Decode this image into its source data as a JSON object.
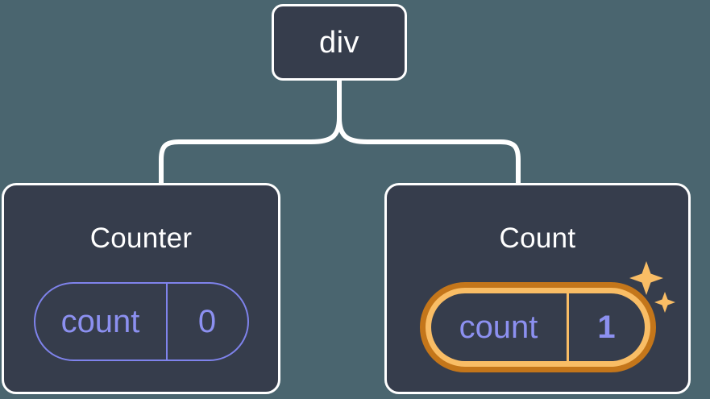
{
  "diagram": {
    "type": "component-tree",
    "background_color": "#4a656f",
    "node_fill_color": "#363d4c",
    "node_border_color": "#ffffff",
    "connector_color": "#ffffff",
    "state_accent_color": "#8c90f0",
    "highlight_outer_color": "#c4761a",
    "highlight_inner_color": "#f9bd65",
    "root": {
      "label": "div"
    },
    "children": [
      {
        "title": "Counter",
        "state": {
          "key": "count",
          "value": "0"
        },
        "highlighted": false,
        "sparkles": false
      },
      {
        "title": "Count",
        "state": {
          "key": "count",
          "value": "1"
        },
        "highlighted": true,
        "sparkles": true
      }
    ]
  }
}
